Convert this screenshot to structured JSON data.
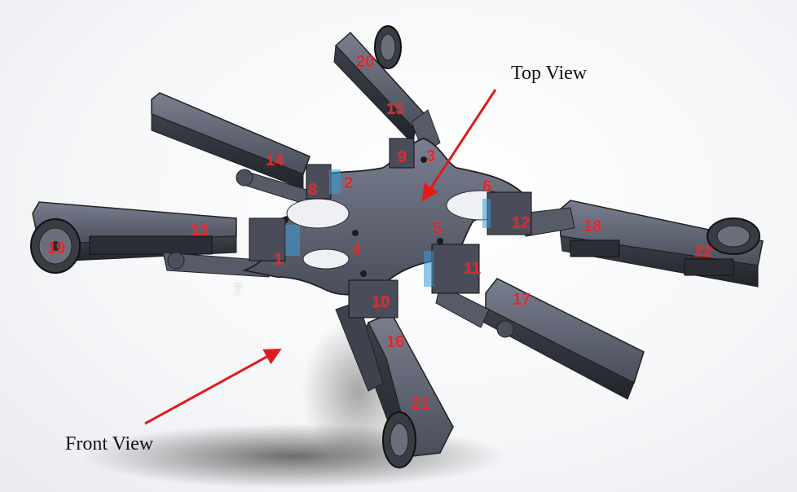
{
  "captions": {
    "top_view": "Top View",
    "front_view": "Front View"
  },
  "labels": {
    "n1": "1",
    "n2": "2",
    "n3": "3",
    "n4": "4",
    "n5": "5",
    "n6": "6",
    "n7": "7",
    "n8": "8",
    "n9": "9",
    "n10": "10",
    "n11": "11",
    "n12": "12",
    "n13": "13",
    "n14": "14",
    "n15": "15",
    "n16": "16",
    "n17": "17",
    "n18": "18",
    "n19": "19",
    "n20": "20",
    "n21": "21",
    "n22": "22"
  },
  "colors": {
    "label_red": "#e0262a",
    "arrow_red": "#e01b1b",
    "body_metal": "#5e6374",
    "body_dark": "#33363f",
    "servo_accent": "#3a9ad9"
  }
}
